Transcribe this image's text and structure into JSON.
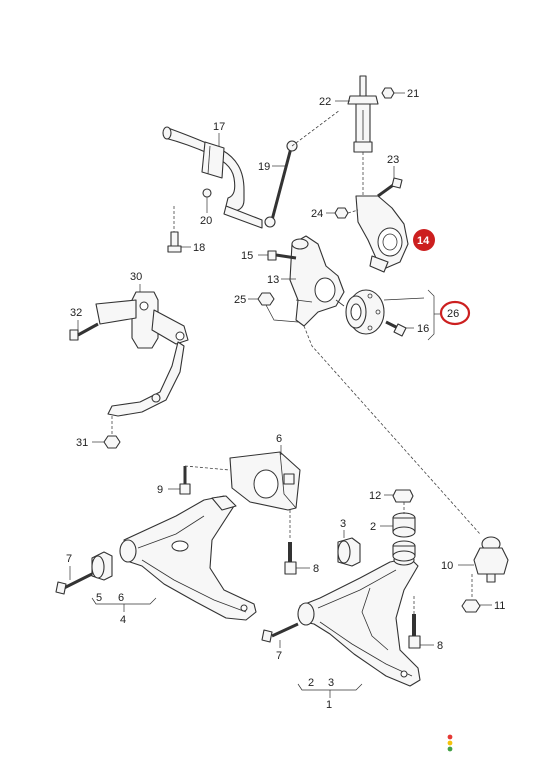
{
  "colors": {
    "line": "#333333",
    "badge_red": "#cc1f1f",
    "dot_red": "#e53935",
    "dot_yellow": "#f4c20d",
    "dot_green": "#43a047"
  },
  "labels": {
    "l1": "1",
    "l2": "2",
    "l2b": "2",
    "l3": "3",
    "l3b": "3",
    "l4": "4",
    "l5": "5",
    "l6": "6",
    "l6b": "6",
    "l7": "7",
    "l7b": "7",
    "l8": "8",
    "l8b": "8",
    "l9": "9",
    "l10": "10",
    "l11": "11",
    "l12": "12",
    "l13": "13",
    "l15": "15",
    "l16": "16",
    "l17": "17",
    "l18": "18",
    "l19": "19",
    "l20": "20",
    "l21": "21",
    "l22": "22",
    "l23": "23",
    "l24": "24",
    "l25": "25",
    "l30": "30",
    "l31": "31",
    "l32": "32"
  },
  "badges": {
    "b14": "14",
    "b26": "26"
  }
}
